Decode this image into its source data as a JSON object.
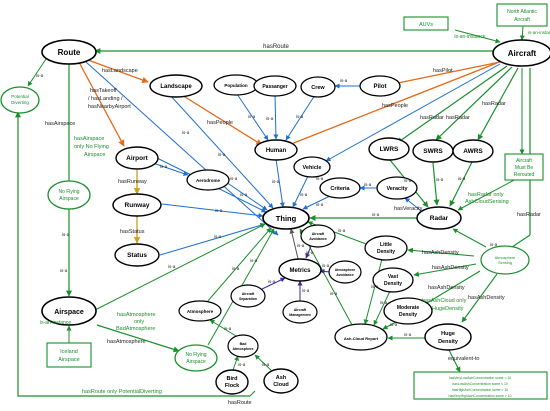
{
  "nodes": {
    "route": "Route",
    "aircraft": "Aircraft",
    "landscape": "Landscape",
    "population": "Population",
    "passanger": "Passanger",
    "crew": "Crew",
    "pilot": "Pilot",
    "human": "Human",
    "vehicle": "Vehicle",
    "airport": "Airport",
    "aerodrome": "Aerodrome",
    "runway": "Runway",
    "status": "Status",
    "thing": "Thing",
    "criteria": "Criteria",
    "veracity": "Veracity",
    "lwrs": "LWRS",
    "swrs": "SWRS",
    "awrs": "AWRS",
    "radar": "Radar",
    "metrics": "Metrics",
    "aircraft_avoidance": "Aircraft Avoidance",
    "atmosphere_avoidance": "Atmosphere Avoidance",
    "aircraft_separation": "Aircraft Separation",
    "aircraft_management": "Aircraft Management",
    "little_density": "Little Density",
    "vast_density": "Vast Density",
    "moderate_density": "Moderate Density",
    "huge_density": "Huge Density",
    "ash_cloud_report": "Ash-Cloud Report",
    "atmosphere_sensing": "Atmosphere Sensing",
    "airspace": "Airspace",
    "atmosphere": "Atmosphere",
    "bad_atmosphere": "Bad Atmosphere",
    "bird_flock": "Bird Flock",
    "ash_cloud": "Ash Cloud",
    "no_flying_airspace_mid": "No Flying Airspace",
    "no_flying_airspace_bottom": "No Flying Airspace",
    "potential_diverting": "Potential Diverting"
  },
  "boxes": {
    "auvs": "AUVs",
    "north_atlantic_1": "North Atlantic",
    "north_atlantic_2": "Aircraft",
    "must_reroute_1": "Aircraft",
    "must_reroute_2": "Must Be",
    "must_reroute_3": "Rerouted",
    "iceland_1": "Iceland",
    "iceland_2": "Airspace",
    "equiv_1": "hasVeryLowAshConcentration some < 10",
    "equiv_2": "hasLowAshConcentration some < 10",
    "equiv_3": "hasHighAshConcentration some > 10",
    "equiv_4": "hasVeryHighAshConcentration some > 10"
  },
  "labels": {
    "has_route": "hasRoute",
    "is_an_instance_auvs": "is-an-instance",
    "is_an_instance_na": "is-an-instance",
    "is_an_instance_iceland": "is-an-instance",
    "has_landscape": "hasLandscape",
    "has_takeoff_1": "hasTakeoff",
    "has_takeoff_2": "/ hasLanding /",
    "has_takeoff_3": "hasNearbyAirport",
    "has_airspace": "hasAirspace",
    "has_airspace_only_1": "hasAirspace",
    "has_airspace_only_2": "only No Flying",
    "has_airspace_only_3": "Airspace",
    "has_pilot": "hasPilot",
    "has_people_left": "hasPeople",
    "has_people_right": "hasPeople",
    "has_radar_top": "hasRadar",
    "has_radar_mid": "hasRadar",
    "has_radar_right": "hasRadar",
    "has_radar_only_1": "hasRadar only",
    "has_radar_only_2": "AshCloudSensing",
    "has_runway": "hasRunway",
    "has_status": "hasStatus",
    "has_veracity": "hasVeracity",
    "has_ash_density_1": "hasAshDensity",
    "has_ash_density_2": "hasAshDensity",
    "has_ash_density_3": "hasAshDensity",
    "has_ash_density_4": "hasAshDensity",
    "has_ash_cloud_only_1": "hasAshCloud only",
    "has_ash_cloud_only_2": "HugeDensity",
    "has_atmosphere_only_1": "hasAtmosphere",
    "has_atmosphere_only_2": "only",
    "has_atmosphere_only_3": "BadAtmosphere",
    "has_atmosphere": "hasAtmosphere",
    "equivalent_to": "equivalent-to",
    "has_route_only": "hasRoute only PotentialDiverting",
    "has_route_bottom": "hasRoute",
    "is_a": "is-a"
  },
  "colors": {
    "blue": "#1f6fd1",
    "orange": "#e36a1a",
    "green": "#1a8f2b",
    "gold": "#c9a21a",
    "purple": "#3a2aa6",
    "gray": "#555555"
  }
}
